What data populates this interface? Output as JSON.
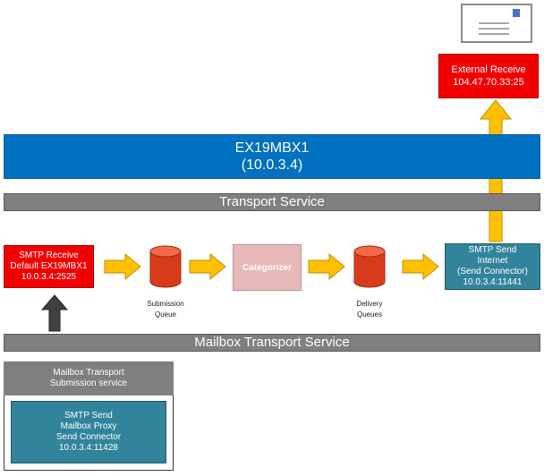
{
  "server": {
    "name": "EX19MBX1",
    "ip": "(10.0.3.4)"
  },
  "transport_service": {
    "label": "Transport Service"
  },
  "mailbox_transport_service": {
    "label": "Mailbox Transport Service"
  },
  "external_receive": {
    "line1": "External Receive",
    "line2": "104.47.70.33:25"
  },
  "smtp_receive": {
    "line1": "SMTP Receive",
    "line2": "Default EX19MBX1",
    "line3": "10.0.3.4:2525"
  },
  "submission_queue": {
    "line1": "Submission",
    "line2": "Queue"
  },
  "categorizer": {
    "label": "Categorizer"
  },
  "delivery_queues": {
    "line1": "Delivery",
    "line2": "Queues"
  },
  "smtp_send_internet": {
    "line1": "SMTP Send",
    "line2": "Internet",
    "line3": "(Send Connector)",
    "line4": "10.0.3.4:11441"
  },
  "mailbox_submission": {
    "title_line1": "Mailbox Transport",
    "title_line2": "Submission service",
    "connector": {
      "line1": "SMTP Send",
      "line2": "Mailbox Proxy",
      "line3": "Send Connector",
      "line4": "10.0.3.4:11428"
    }
  },
  "colors": {
    "server_blue": "#0070c0",
    "service_gray": "#7f7f7f",
    "receive_red": "#f20000",
    "connector_teal": "#31849b",
    "categorizer_pink": "#e6b9b8",
    "arrow_yellow": "#ffc000",
    "arrow_dark": "#404040",
    "queue_red": "#e8401c"
  },
  "icons": [
    "envelope-icon",
    "queue-cylinder-icon",
    "arrow-right-icon",
    "arrow-up-icon"
  ]
}
